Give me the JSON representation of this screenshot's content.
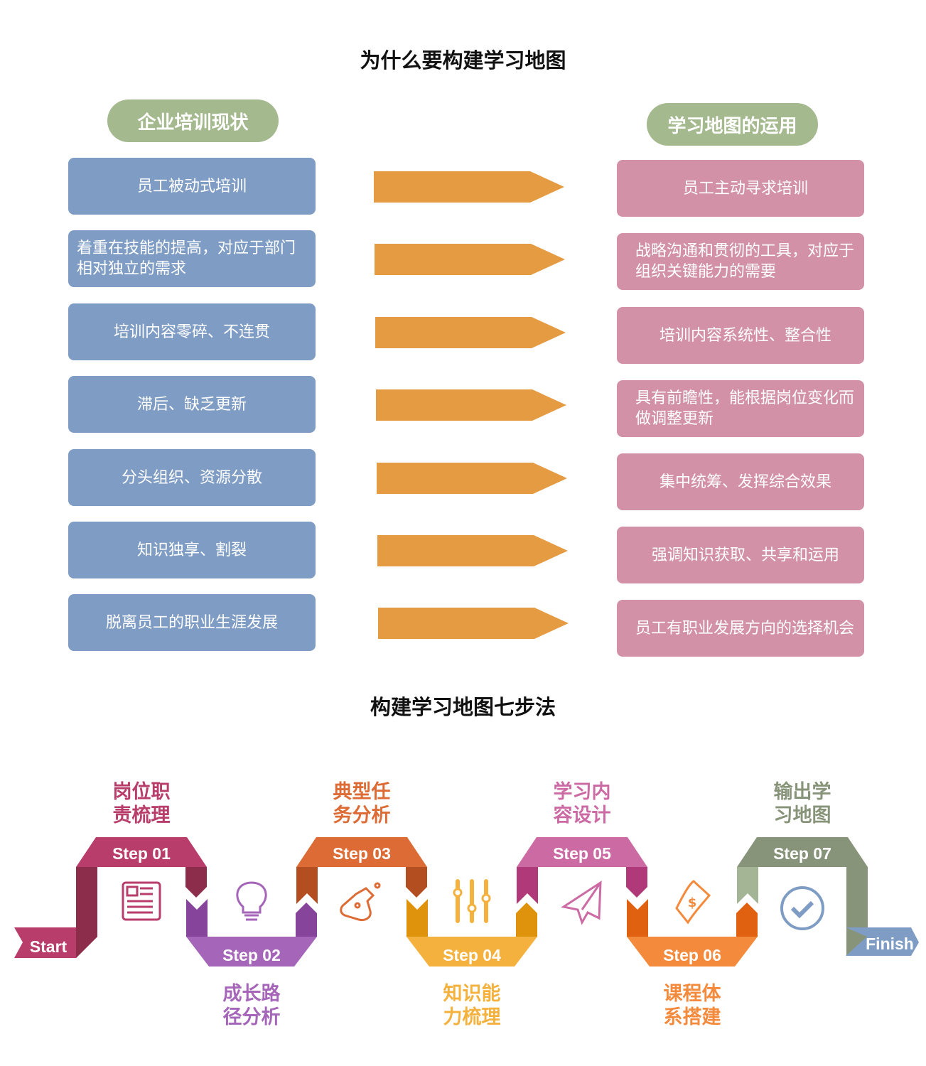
{
  "title1": "为什么要构建学习地图",
  "left_header": "企业培训现状",
  "right_header": "学习地图的运用",
  "left_items": [
    "员工被动式培训",
    "着重在技能的提高，对应于部门相对独立的需求",
    "培训内容零碎、不连贯",
    "滞后、缺乏更新",
    "分头组织、资源分散",
    "知识独享、割裂",
    "脱离员工的职业生涯发展"
  ],
  "right_items": [
    "员工主动寻求培训",
    "战略沟通和贯彻的工具，对应于组织关键能力的需要",
    "培训内容系统性、整合性",
    "具有前瞻性，能根据岗位变化而做调整更新",
    "集中统筹、发挥综合效果",
    "强调知识获取、共享和运用",
    "员工有职业发展方向的选择机会"
  ],
  "colors": {
    "left_box": "#7f9dc4",
    "right_box": "#d291a6",
    "arrow": "#e59b42",
    "pill": "#a5b98f"
  },
  "title2": "构建学习地图七步法",
  "start_label": "Start",
  "finish_label": "Finish",
  "steps": [
    {
      "step": "Step 01",
      "label": "岗位职责梳理",
      "icon": "newspaper-icon",
      "color": "#b83d6a",
      "dark": "#8c2d4c"
    },
    {
      "step": "Step 02",
      "label": "成长路径分析",
      "icon": "lightbulb-icon",
      "color": "#a565b9",
      "dark": "#86449a"
    },
    {
      "step": "Step 03",
      "label": "典型任务分析",
      "icon": "flask-icon",
      "color": "#dc6b35",
      "dark": "#b24e20"
    },
    {
      "step": "Step 04",
      "label": "知识能力梳理",
      "icon": "sliders-icon",
      "color": "#f4b13d",
      "dark": "#df930d"
    },
    {
      "step": "Step 05",
      "label": "学习内容设计",
      "icon": "paper-plane-icon",
      "color": "#cc6aa3",
      "dark": "#b0397a"
    },
    {
      "step": "Step 06",
      "label": "课程体系搭建",
      "icon": "money-icon",
      "color": "#f48a3c",
      "dark": "#e06210"
    },
    {
      "step": "Step 07",
      "label": "输出学习地图",
      "icon": "check-circle-icon",
      "color": "#879479",
      "dark": "#a3b594"
    }
  ],
  "finish_color": "#7f9dc4"
}
